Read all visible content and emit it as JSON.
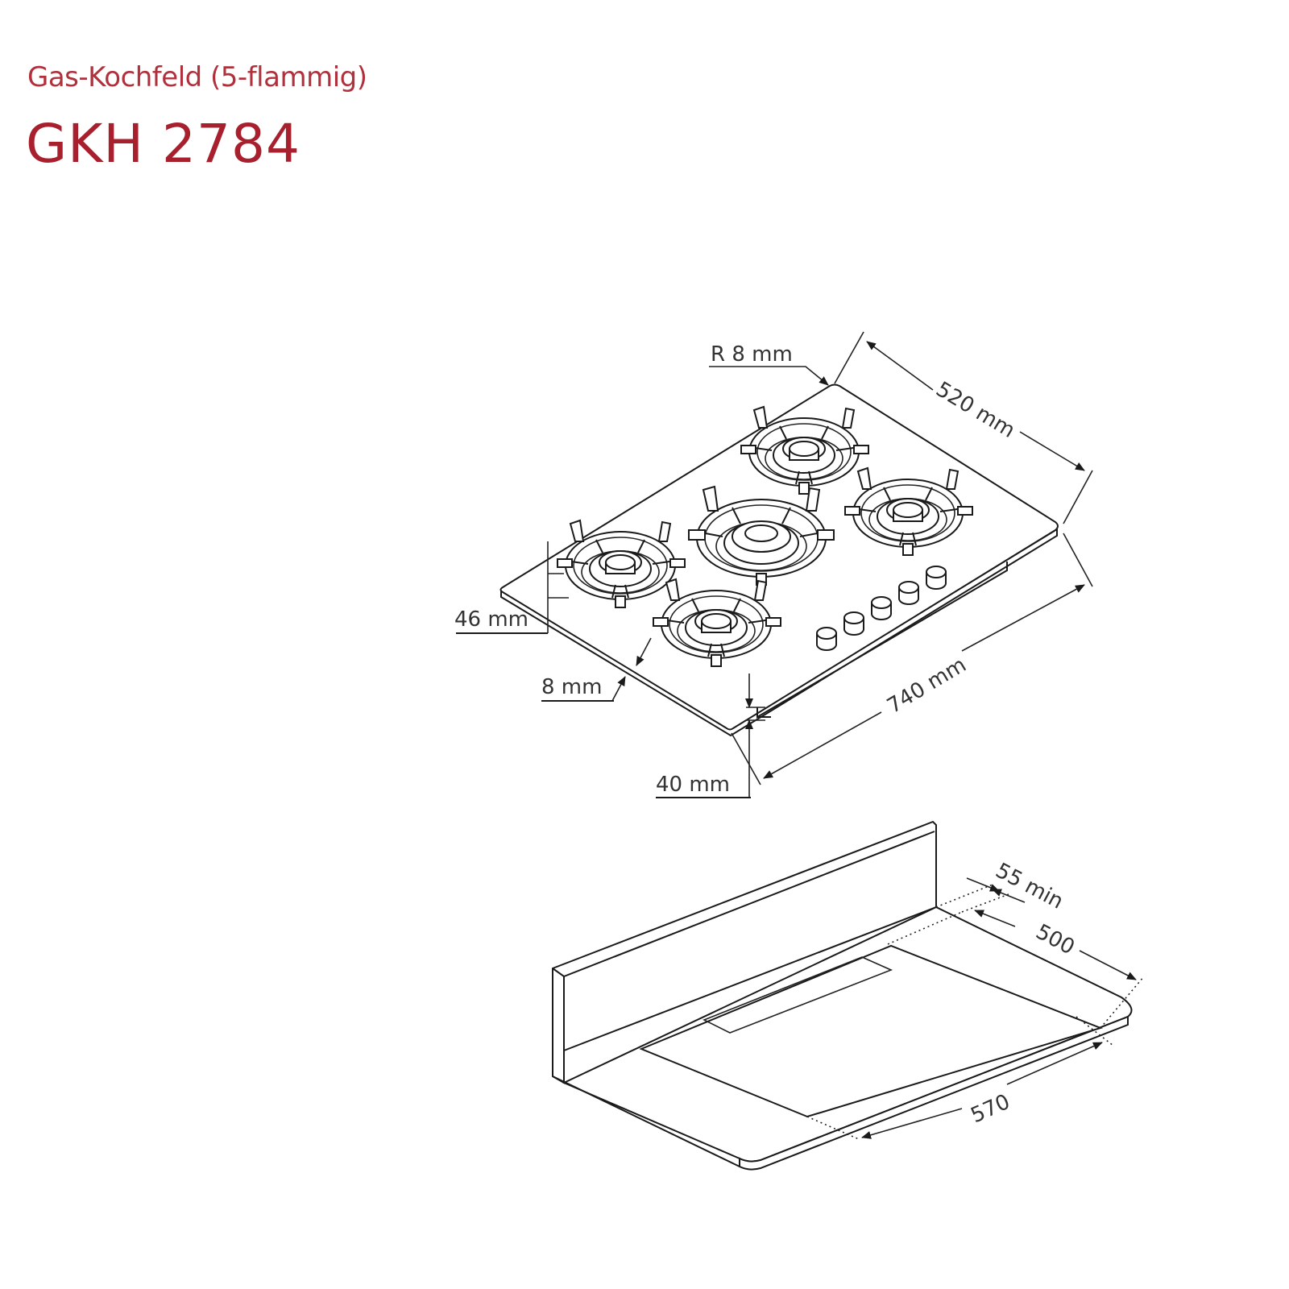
{
  "header": {
    "subtitle": "Gas-Kochfeld (5-flammig)",
    "model": "GKH 2784"
  },
  "hob_dimensions": {
    "radius": "R 8 mm",
    "depth": "520 mm",
    "width": "740 mm",
    "burner_height": "46 mm",
    "glass_thickness": "8 mm",
    "built_in_height": "40 mm"
  },
  "cutout_dimensions": {
    "wall_clearance": "55 min",
    "cutout_depth": "500",
    "cutout_width": "570"
  }
}
